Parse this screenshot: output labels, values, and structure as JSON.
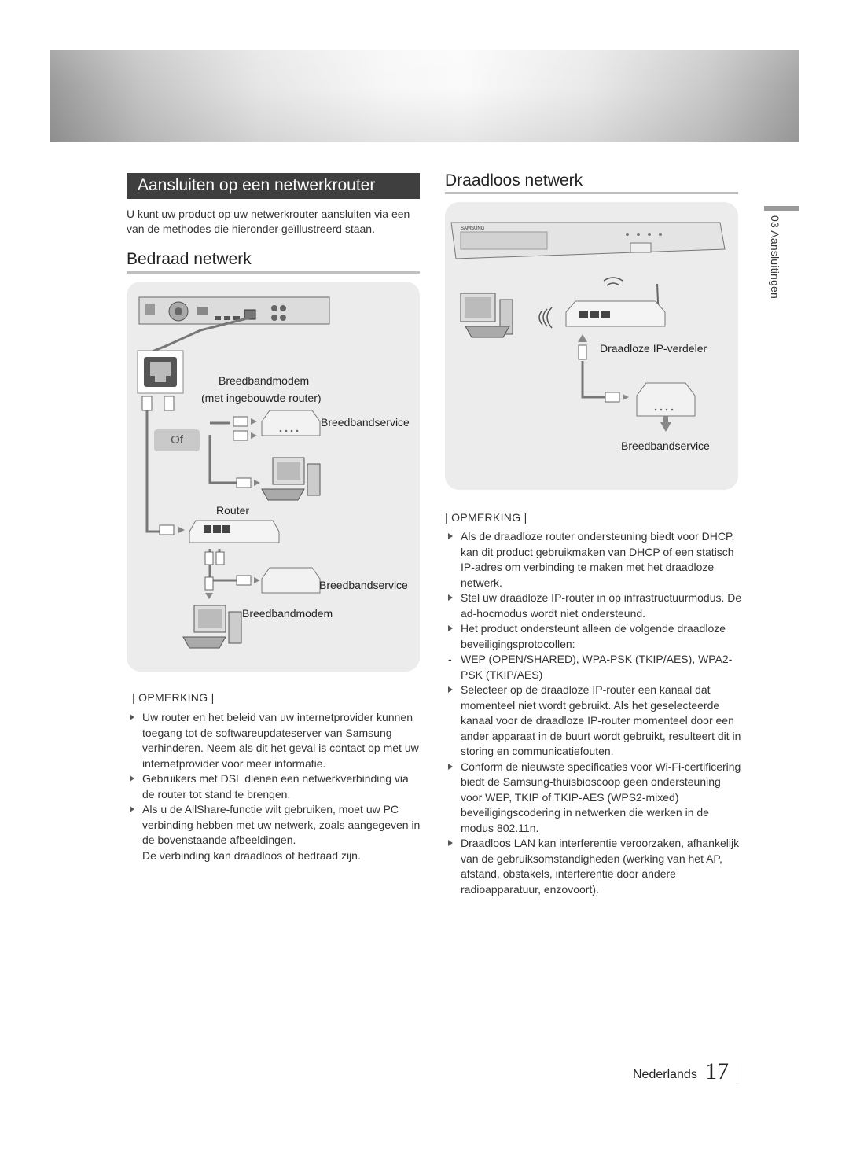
{
  "left": {
    "heading": "Aansluiten op een netwerkrouter",
    "intro": "U kunt uw product op uw netwerkrouter aansluiten via een van de methodes die hieronder geïllustreerd staan.",
    "subheading": "Bedraad netwerk",
    "diagram": {
      "modem_label_1": "Breedbandmodem",
      "modem_label_2": "(met ingebouwde router)",
      "service_top": "Breedbandservice",
      "or_label": "Of",
      "router_label": "Router",
      "service_bottom": "Breedbandservice",
      "modem_bottom": "Breedbandmodem"
    },
    "note_title": "| OPMERKING |",
    "notes": [
      "Uw router en het beleid van uw internetprovider kunnen toegang tot de softwareupdateserver van Samsung verhinderen. Neem als dit het geval is contact op met uw internetprovider voor meer informatie.",
      "Gebruikers met DSL dienen een netwerkverbinding via de router tot stand te brengen.",
      "Als u de AllShare-functie wilt gebruiken, moet uw PC verbinding hebben met uw netwerk, zoals aangegeven in de bovenstaande afbeeldingen."
    ],
    "note_extra": "De verbinding kan draadloos of bedraad zijn."
  },
  "right": {
    "subheading": "Draadloos netwerk",
    "diagram": {
      "brand": "SAMSUNG",
      "ap_label": "Draadloze IP-verdeler",
      "service_label": "Breedbandservice"
    },
    "note_title": "| OPMERKING |",
    "notes": [
      "Als de draadloze router ondersteuning biedt voor DHCP, kan dit product gebruikmaken van DHCP of een statisch IP-adres om verbinding te maken met het draadloze netwerk.",
      "Stel uw draadloze IP-router in op infrastructuurmodus. De ad-hocmodus wordt niet ondersteund.",
      "Het product ondersteunt alleen de volgende draadloze beveiligingsprotocollen:"
    ],
    "dash_item": "WEP (OPEN/SHARED), WPA-PSK (TKIP/AES), WPA2-PSK (TKIP/AES)",
    "notes_2": [
      "Selecteer op de draadloze IP-router een kanaal dat momenteel niet wordt gebruikt. Als het geselecteerde kanaal voor de draadloze IP-router momenteel door een ander apparaat in de buurt wordt gebruikt, resulteert dit in storing en communicatiefouten.",
      "Conform de nieuwste specificaties voor Wi-Fi-certificering biedt de Samsung-thuisbioscoop geen ondersteuning voor WEP, TKIP of TKIP-AES (WPS2-mixed) beveiligingscodering in netwerken die werken in de modus 802.11n.",
      "Draadloos LAN kan interferentie veroorzaken, afhankelijk van de gebruiksomstandigheden (werking van het AP, afstand, obstakels, interferentie door andere radioapparatuur, enzovoort)."
    ]
  },
  "side_tab": "03  Aansluitingen",
  "footer": {
    "language": "Nederlands",
    "page": "17"
  }
}
